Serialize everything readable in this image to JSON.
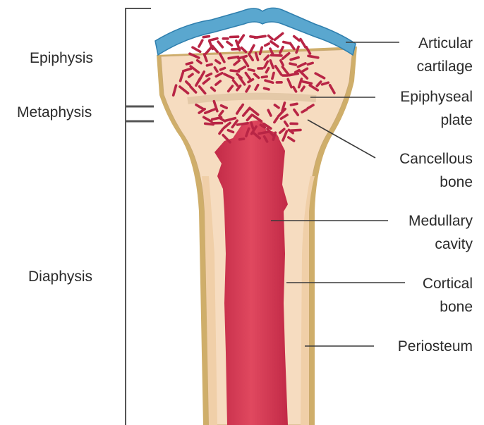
{
  "colors": {
    "cartilage": "#5aa7cf",
    "cartilage_edge": "#2f7fae",
    "bone": "#f6dcc0",
    "bone_edge": "#c9a871",
    "periosteum": "#cfae6a",
    "marrow": "#d63a55",
    "marrow_light": "#e85a72",
    "spongy": "#b82545"
  },
  "left_labels": {
    "epiphysis": "Epiphysis",
    "metaphysis": "Metaphysis",
    "diaphysis": "Diaphysis"
  },
  "right_labels": {
    "articular_1": "Articular",
    "articular_2": "cartilage",
    "epiphyseal_1": "Epiphyseal",
    "epiphyseal_2": "plate",
    "cancellous_1": "Cancellous",
    "cancellous_2": "bone",
    "medullary_1": "Medullary",
    "medullary_2": "cavity",
    "cortical_1": "Cortical",
    "cortical_2": "bone",
    "periosteum": "Periosteum"
  }
}
